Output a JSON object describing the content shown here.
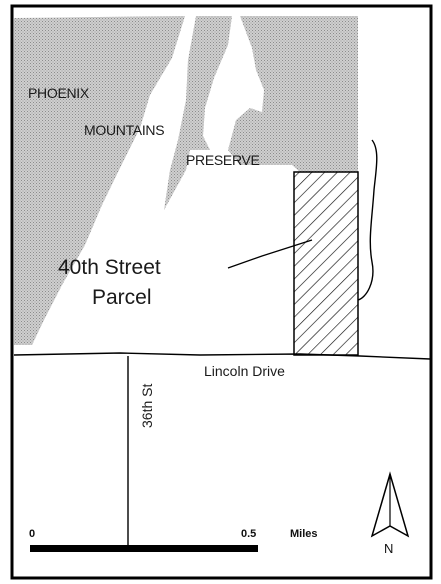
{
  "map": {
    "preserve_name": {
      "line1": "PHOENIX",
      "line2": "MOUNTAINS",
      "line3": "PRESERVE"
    },
    "parcel_label": {
      "line1": "40th Street",
      "line2": "Parcel"
    },
    "roads": {
      "lincoln": "Lincoln Drive",
      "street36": "36th St"
    },
    "scale_bar": {
      "start_label": "0",
      "end_label": "0.5",
      "unit_label": "Miles"
    },
    "north_arrow": {
      "label": "N"
    },
    "colors": {
      "preserve_fill": "#bdbdbd",
      "outline": "#000000",
      "background": "#ffffff"
    }
  }
}
